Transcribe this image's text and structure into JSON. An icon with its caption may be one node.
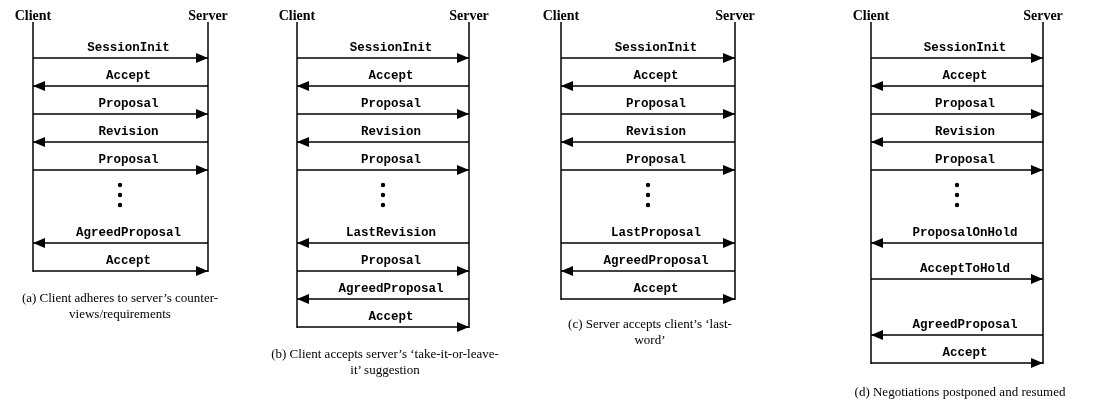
{
  "diagram": {
    "nodes": [
      {
        "text": [
          "Client"
        ]
      },
      {
        "text": [
          "Server"
        ]
      },
      {
        "text": [
          "Client"
        ]
      },
      {
        "text": [
          "Server"
        ]
      },
      {
        "text": [
          "Client"
        ]
      },
      {
        "text": [
          "Server"
        ]
      },
      {
        "text": [
          "Client"
        ]
      },
      {
        "text": [
          "Server"
        ]
      }
    ],
    "edges": [
      {
        "from": 0,
        "to": 1,
        "arrow": "to",
        "label": "SessionInit"
      },
      {
        "from": 1,
        "to": 0,
        "arrow": "to",
        "label": "Accept"
      },
      {
        "from": 0,
        "to": 1,
        "arrow": "to",
        "label": "Proposal"
      },
      {
        "from": 1,
        "to": 0,
        "arrow": "to",
        "label": "Revision"
      },
      {
        "from": 0,
        "to": 1,
        "arrow": "to",
        "label": "Proposal"
      },
      {
        "from": 1,
        "to": 0,
        "arrow": "to",
        "label": "AgreedProposal"
      },
      {
        "from": 0,
        "to": 1,
        "arrow": "to",
        "label": "Accept"
      },
      {
        "from": 2,
        "to": 3,
        "arrow": "to",
        "label": "SessionInit"
      },
      {
        "from": 3,
        "to": 2,
        "arrow": "to",
        "label": "Accept"
      },
      {
        "from": 2,
        "to": 3,
        "arrow": "to",
        "label": "Proposal"
      },
      {
        "from": 3,
        "to": 2,
        "arrow": "to",
        "label": "Revision"
      },
      {
        "from": 2,
        "to": 3,
        "arrow": "to",
        "label": "Proposal"
      },
      {
        "from": 3,
        "to": 2,
        "arrow": "to",
        "label": "LastRevision"
      },
      {
        "from": 2,
        "to": 3,
        "arrow": "to",
        "label": "Proposal"
      },
      {
        "from": 3,
        "to": 2,
        "arrow": "to",
        "label": "AgreedProposal"
      },
      {
        "from": 2,
        "to": 3,
        "arrow": "to",
        "label": "Accept"
      },
      {
        "from": 4,
        "to": 5,
        "arrow": "to",
        "label": "SessionInit"
      },
      {
        "from": 5,
        "to": 4,
        "arrow": "to",
        "label": "Accept"
      },
      {
        "from": 4,
        "to": 5,
        "arrow": "to",
        "label": "Proposal"
      },
      {
        "from": 5,
        "to": 4,
        "arrow": "to",
        "label": "Revision"
      },
      {
        "from": 4,
        "to": 5,
        "arrow": "to",
        "label": "Proposal"
      },
      {
        "from": 4,
        "to": 5,
        "arrow": "to",
        "label": "LastProposal"
      },
      {
        "from": 5,
        "to": 4,
        "arrow": "to",
        "label": "AgreedProposal"
      },
      {
        "from": 4,
        "to": 5,
        "arrow": "to",
        "label": "Accept"
      },
      {
        "from": 6,
        "to": 7,
        "arrow": "to",
        "label": "SessionInit"
      },
      {
        "from": 7,
        "to": 6,
        "arrow": "to",
        "label": "Accept"
      },
      {
        "from": 6,
        "to": 7,
        "arrow": "to",
        "label": "Proposal"
      },
      {
        "from": 7,
        "to": 6,
        "arrow": "to",
        "label": "Revision"
      },
      {
        "from": 6,
        "to": 7,
        "arrow": "to",
        "label": "Proposal"
      },
      {
        "from": 7,
        "to": 6,
        "arrow": "to",
        "label": "ProposalOnHold"
      },
      {
        "from": 6,
        "to": 7,
        "arrow": "to",
        "label": "AcceptToHold"
      },
      {
        "from": 7,
        "to": 6,
        "arrow": "to",
        "label": "AgreedProposal"
      },
      {
        "from": 6,
        "to": 7,
        "arrow": "to",
        "label": "Accept"
      }
    ],
    "labels": [
      "(a) Client adheres to server’s counter-views/requirements",
      "(b) Client accepts server’s ‘take-it-or-leave-it’ suggestion",
      "(c) Server accepts client’s ‘last-word’",
      "(d) Negotiations postponed and resumed"
    ]
  }
}
